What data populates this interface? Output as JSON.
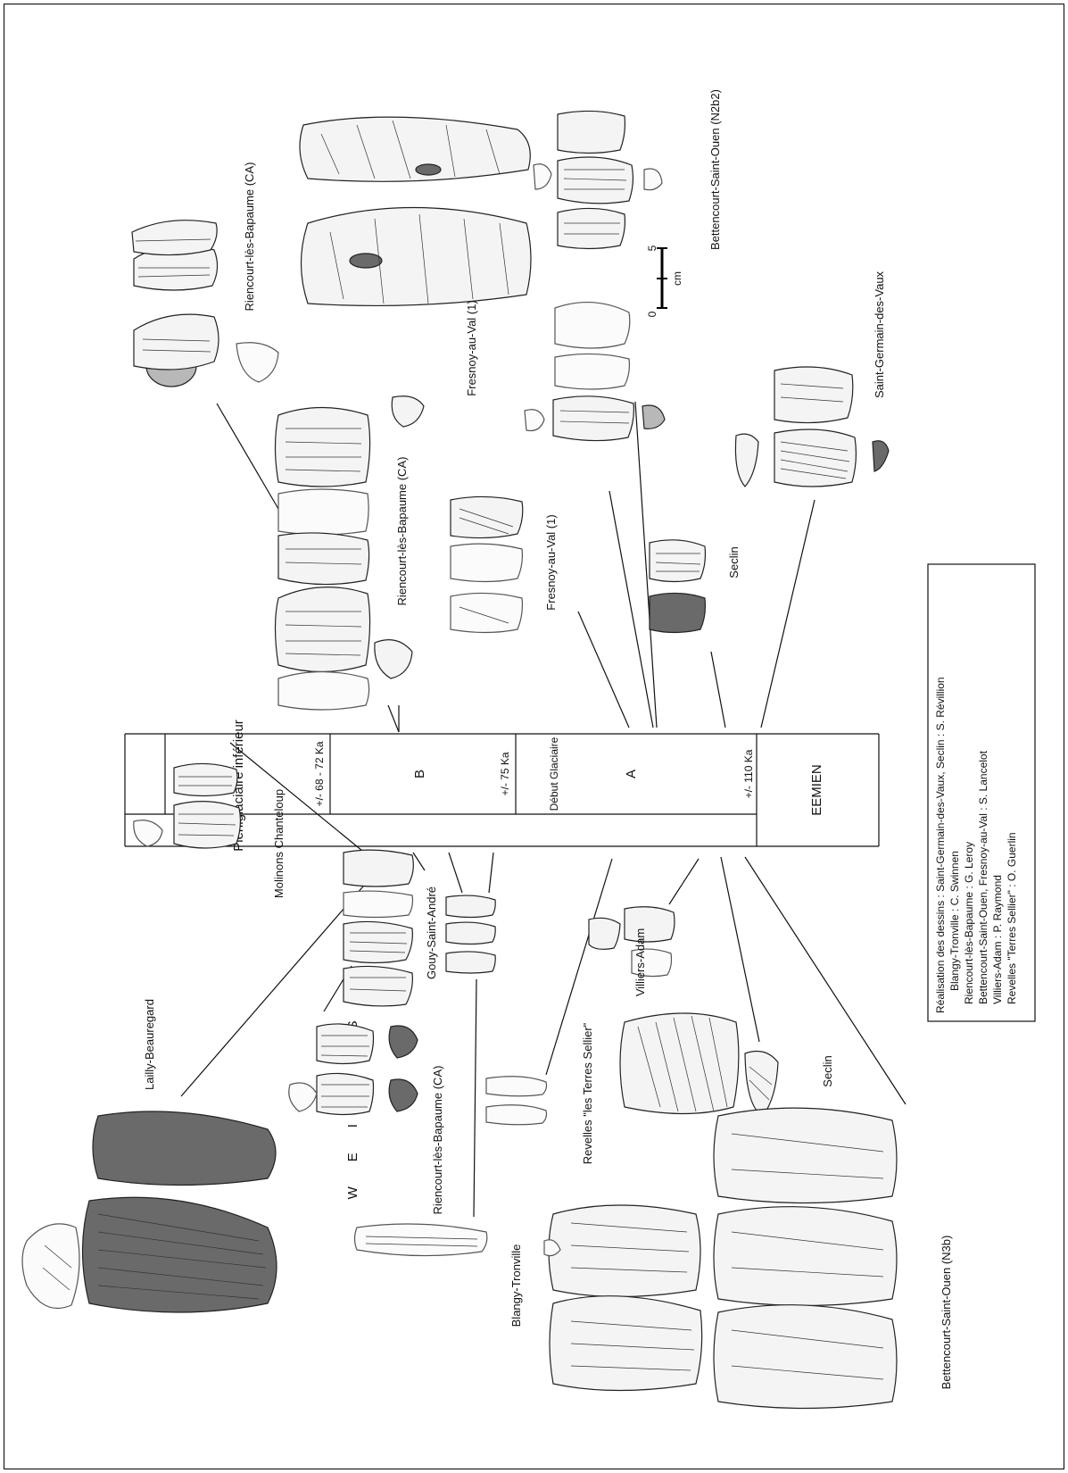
{
  "timeline": {
    "period_weichselien": "WEICHSELIEN",
    "period_eemien": "EEMIEN",
    "phase_pleniglaciaire": "Pléniglaciaire inférieur",
    "phase_debut": "Début Glaciaire",
    "phase_b": "B",
    "phase_a": "A",
    "date_72": "+/- 68 - 72 Ka",
    "date_75": "+/- 75 Ka",
    "date_110": "+/- 110 Ka"
  },
  "sites_right": {
    "riencourt_top": "Riencourt-lès-Bapaume (CA)",
    "riencourt_mid": "Riencourt-lès-Bapaume (CA)",
    "fresnoy_big": "Fresnoy-au-Val (1)",
    "fresnoy_small": "Fresnoy-au-Val (1)",
    "bettencourt_n2b2": "Bettencourt-Saint-Ouen (N2b2)",
    "seclin": "Seclin",
    "saint_germain": "Saint-Germain-des-Vaux"
  },
  "sites_left": {
    "lailly": "Lailly-Beauregard",
    "molinons": "Molinons Chanteloup",
    "gouy": "Gouy-Saint-André",
    "riencourt": "Riencourt-lès-Bapaume (CA)",
    "blangy": "Blangy-Tronville",
    "revelles": "Revelles \"les Terres Sellier\"",
    "villiers": "Villiers-Adam",
    "seclin": "Seclin",
    "bettencourt_n3b": "Bettencourt-Saint-Ouen (N3b)"
  },
  "scale": {
    "zero": "0",
    "five": "5",
    "unit": "cm"
  },
  "credits": {
    "line1": "Réalisation des dessins :  Saint-Germain-des-Vaux, Seclin : S. Révillion",
    "line2": "Blangy-Tronville :  C. Swinnen",
    "line3": "Riencourt-lès-Bapaume :  G. Leroy",
    "line4": "Bettencourt-Saint-Ouen,  Fresnoy-au-Val : S. Lancelot",
    "line5": "Villiers-Adam :   P. Raymond",
    "line6": "Revelles \"Terres Sellier\" : O. Guerlin"
  }
}
